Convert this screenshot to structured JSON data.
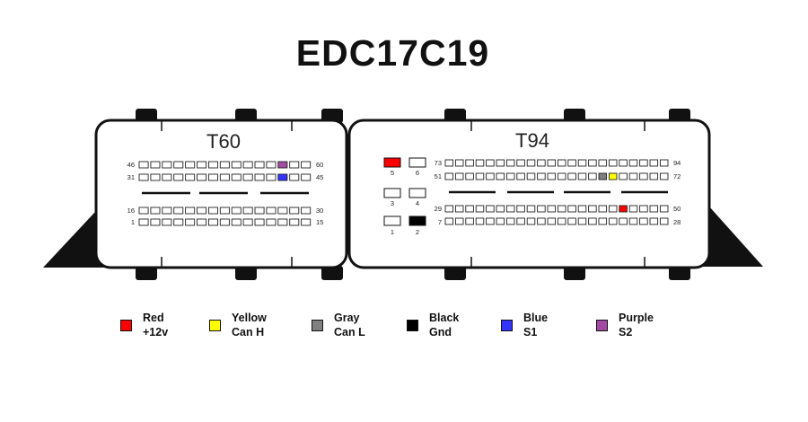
{
  "title": "EDC17C19",
  "connectors": {
    "t60": {
      "name": "T60",
      "upper_row_a": {
        "start": "46",
        "end": "60"
      },
      "upper_row_b": {
        "start": "31",
        "end": "45"
      },
      "lower_row_a": {
        "start": "16",
        "end": "30"
      },
      "lower_row_b": {
        "start": "1",
        "end": "15"
      }
    },
    "t94": {
      "name": "T94",
      "upper_row_a": {
        "start": "73",
        "end": "94"
      },
      "upper_row_b": {
        "start": "51",
        "end": "72"
      },
      "lower_row_a": {
        "start": "29",
        "end": "50"
      },
      "lower_row_b": {
        "start": "7",
        "end": "28"
      },
      "power_pins": [
        "5",
        "6",
        "3",
        "4",
        "1",
        "2"
      ]
    }
  },
  "legend": [
    {
      "key": "red",
      "color": "#ff0000",
      "line1": "Red",
      "line2": "+12v"
    },
    {
      "key": "yellow",
      "color": "#ffff00",
      "line1": "Yellow",
      "line2": "Can H"
    },
    {
      "key": "gray",
      "color": "#7f7f7f",
      "line1": "Gray",
      "line2": "Can L"
    },
    {
      "key": "black",
      "color": "#000000",
      "line1": "Black",
      "line2": "Gnd"
    },
    {
      "key": "blue",
      "color": "#3333ff",
      "line1": "Blue",
      "line2": "S1"
    },
    {
      "key": "purple",
      "color": "#a349a4",
      "line1": "Purple",
      "line2": "S2"
    }
  ]
}
